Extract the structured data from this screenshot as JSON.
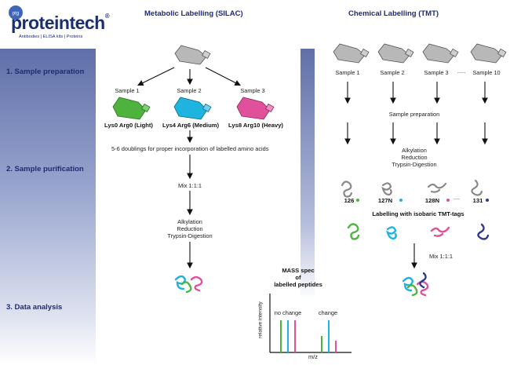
{
  "logo": {
    "name": "proteintech",
    "tagline": "Antibodies | ELISA kits | Proteins",
    "badge": "ptg",
    "trademark": "®"
  },
  "titles": {
    "silac": "Metabolic Labelling (SILAC)",
    "tmt": "Chemical Labelling (TMT)"
  },
  "stages": [
    "1. Sample preparation",
    "2. Sample purification",
    "3. Data analysis"
  ],
  "silac": {
    "samples": [
      "Sample 1",
      "Sample 2",
      "Sample 3"
    ],
    "labels": [
      "Lys0 Arg0 (Light)",
      "Lys4 Arg6 (Medium)",
      "Lys8 Arg10 (Heavy)"
    ],
    "doubling": "5-6 doublings for proper incorporation of labelled amino acids",
    "mix": "Mix 1:1:1",
    "steps": [
      "Alkylation",
      "Reduction",
      "Trypsin-Digestion"
    ]
  },
  "tmt": {
    "samples": [
      "Sample 1",
      "Sample 2",
      "Sample 3",
      "Sample 10"
    ],
    "dots": ".....",
    "prep": "Sample preparation",
    "steps": [
      "Alkylation",
      "Reduction",
      "Trypsin-Digestion"
    ],
    "tags": [
      "126",
      "127N",
      "128N",
      "131"
    ],
    "tag_dots": "....",
    "labelling": "Labelling with isobaric TMT-tags",
    "mix": "Mix 1:1:1"
  },
  "mass_spec": {
    "title_lines": [
      "MASS spec",
      "of",
      "labelled peptides"
    ],
    "ylabel": "relative intensity",
    "xlabel": "m/z",
    "no_change": "no change",
    "change": "change"
  },
  "colors": {
    "light": "#4db33d",
    "medium": "#1fb3e0",
    "heavy": "#e0509b",
    "tmt131": "#2b3a8c",
    "navy": "#1e2a78"
  }
}
